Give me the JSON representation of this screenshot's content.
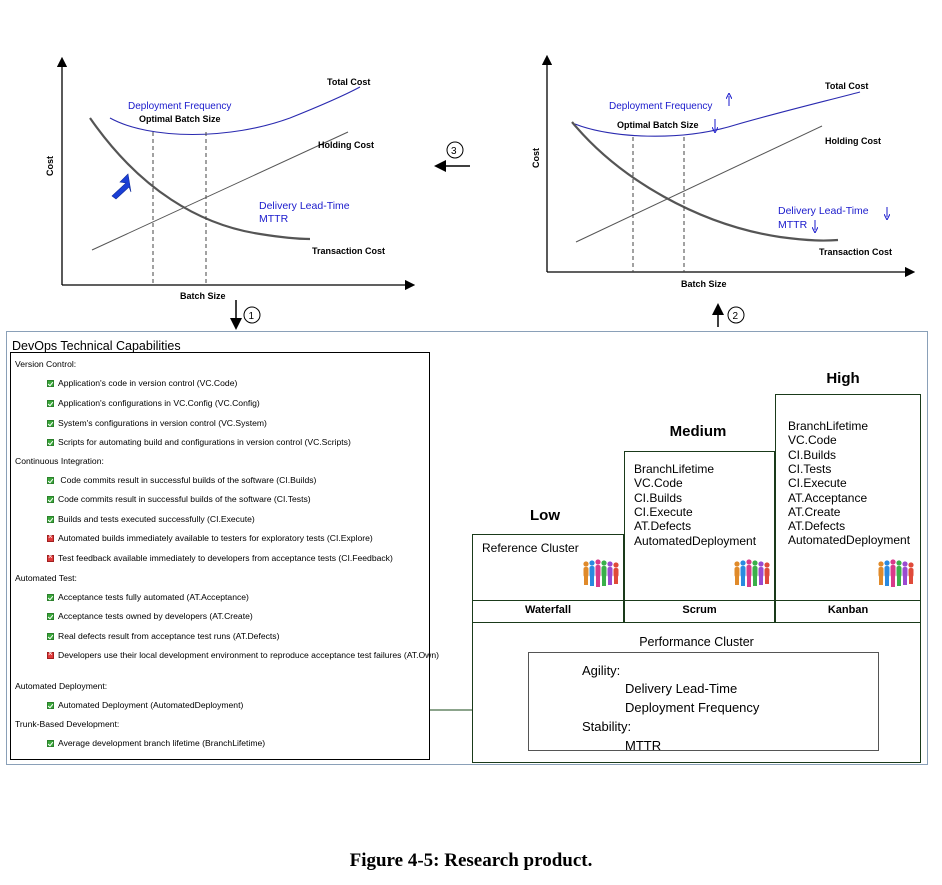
{
  "left_chart": {
    "y_axis": "Cost",
    "x_axis": "Batch Size",
    "total_cost": "Total Cost",
    "holding_cost": "Holding Cost",
    "transaction_cost": "Transaction Cost",
    "deployment_frequency": "Deployment Frequency",
    "optimal_batch": "Optimal Batch Size",
    "lead_time": "Delivery Lead-Time",
    "mttr": "MTTR"
  },
  "right_chart": {
    "y_axis": "Cost",
    "x_axis": "Batch Size",
    "total_cost": "Total Cost",
    "holding_cost": "Holding Cost",
    "transaction_cost": "Transaction Cost",
    "deployment_frequency": "Deployment Frequency",
    "optimal_batch": "Optimal Batch Size",
    "lead_time": "Delivery Lead-Time",
    "mttr": "MTTR"
  },
  "steps": {
    "one": "1",
    "two": "2",
    "three": "3"
  },
  "capabilities": {
    "title": "DevOps Technical Capabilities",
    "rows": [
      {
        "type": "header",
        "text": "Version Control:"
      },
      {
        "type": "ok",
        "text": "Application's code in version control (VC.Code)"
      },
      {
        "type": "ok",
        "text": "Application's configurations in VC.Config (VC.Config)"
      },
      {
        "type": "ok",
        "text": "System's configurations in version control (VC.System)"
      },
      {
        "type": "ok",
        "text": "Scripts for automating build and configurations in version control (VC.Scripts)"
      },
      {
        "type": "header",
        "text": "Continuous Integration:"
      },
      {
        "type": "ok",
        "text": " Code commits result in successful builds of the software (CI.Builds)"
      },
      {
        "type": "ok",
        "text": "Code commits result in successful builds of the software (CI.Tests)"
      },
      {
        "type": "ok",
        "text": "Builds and tests executed successfully (CI.Execute)"
      },
      {
        "type": "no",
        "text": "Automated builds immediately available to testers for exploratory tests (CI.Explore)"
      },
      {
        "type": "no",
        "text": "Test feedback available immediately to developers from acceptance tests (CI.Feedback)"
      },
      {
        "type": "header",
        "text": "Automated Test:"
      },
      {
        "type": "ok",
        "text": "Acceptance tests fully automated (AT.Acceptance)"
      },
      {
        "type": "ok",
        "text": "Acceptance tests owned by developers (AT.Create)"
      },
      {
        "type": "ok",
        "text": "Real defects result from acceptance test runs (AT.Defects)"
      },
      {
        "type": "no",
        "text": "Developers use their local development environment to reproduce acceptance test failures (AT.Own)"
      },
      {
        "type": "header",
        "text": "Automated Deployment:"
      },
      {
        "type": "ok",
        "text": "Automated Deployment (AutomatedDeployment)"
      },
      {
        "type": "header",
        "text": "Trunk-Based Development:"
      },
      {
        "type": "ok",
        "text": "Average development branch lifetime (BranchLifetime)"
      }
    ]
  },
  "clusters": {
    "low": {
      "level": "Low",
      "label": "Reference Cluster",
      "method": "Waterfall"
    },
    "medium": {
      "level": "Medium",
      "items": [
        "BranchLifetime",
        "VC.Code",
        "CI.Builds",
        "CI.Execute",
        "AT.Defects",
        "AutomatedDeployment"
      ],
      "method": "Scrum"
    },
    "high": {
      "level": "High",
      "items": [
        "BranchLifetime",
        "VC.Code",
        "CI.Builds",
        "CI.Tests",
        "CI.Execute",
        "AT.Acceptance",
        "AT.Create",
        "AT.Defects",
        "AutomatedDeployment"
      ],
      "method": "Kanban"
    }
  },
  "performance": {
    "title": "Performance Cluster",
    "agility": "Agility:",
    "lead_time": "Delivery Lead-Time",
    "deploy_freq": "Deployment Frequency",
    "stability": "Stability:",
    "mttr": "MTTR"
  },
  "caption": "Figure 4-5: Research product.",
  "colors": {
    "blue_text": "#1a1acc",
    "curve": "#555555",
    "line": "#444444"
  },
  "icons": {
    "blue_arrow": "blue-down-left-arrow-icon",
    "people": "people-group-icon"
  }
}
